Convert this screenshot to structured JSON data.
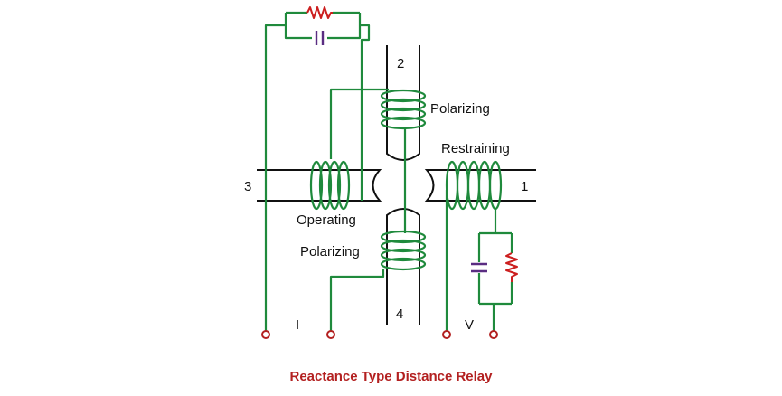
{
  "caption": "Reactance Type Distance Relay",
  "coil_labels": {
    "polarizing_top": "Polarizing",
    "restraining": "Restraining",
    "operating": "Operating",
    "polarizing_bottom": "Polarizing"
  },
  "pole_numbers": {
    "left": "3",
    "right": "1",
    "top": "2",
    "bottom": "4"
  },
  "terminal_labels": {
    "current": "I",
    "voltage": "V"
  },
  "colors": {
    "wire": "#1f8a3c",
    "core": "#111111",
    "resistor": "#cc1f1f",
    "capacitor": "#5a2d82",
    "terminal": "#b32020",
    "caption": "#b32020"
  }
}
